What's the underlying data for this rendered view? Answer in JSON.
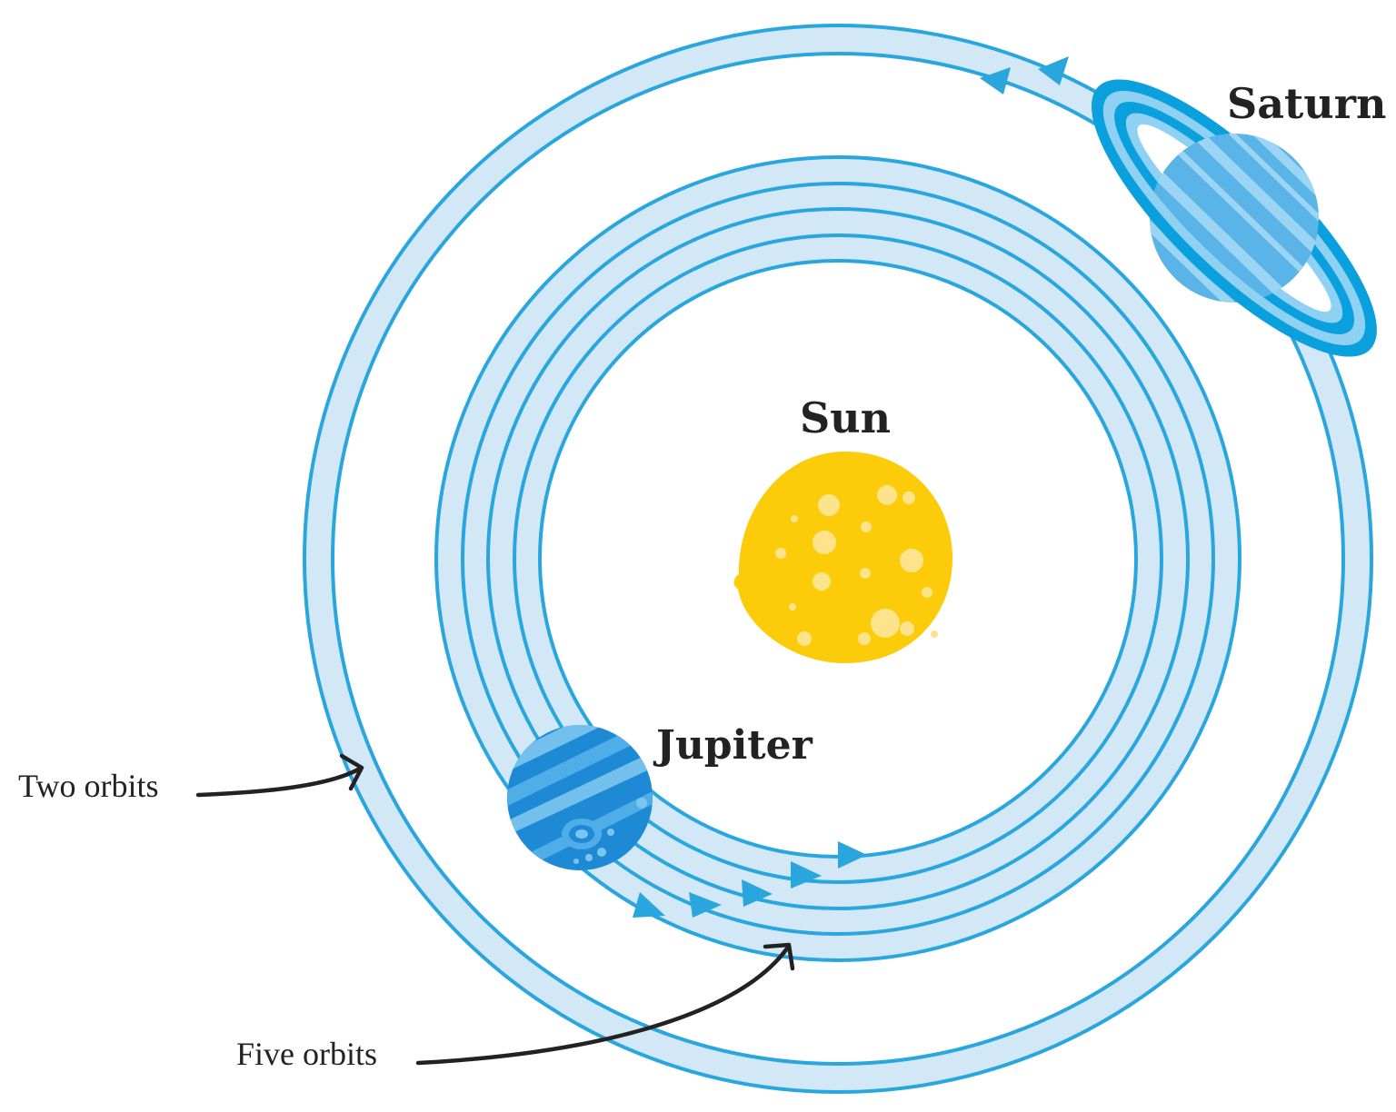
{
  "labels": {
    "sun": "Sun",
    "jupiter": "Jupiter",
    "saturn": "Saturn",
    "two_orbits": "Two orbits",
    "five_orbits": "Five orbits"
  },
  "colors": {
    "orbit_line": "#2aa6df",
    "orbit_fill": "#d2e8f7",
    "arrow": "#2aa6df",
    "sun": "#fccb0a",
    "sun_spots": "#fde48a",
    "jupiter_base": "#1e8ad6",
    "jupiter_band": "#7cc5ee",
    "saturn_body": "#5ab4e8",
    "saturn_band": "#a9dbf5",
    "saturn_ring_outer": "#0aa0de",
    "saturn_ring_inner": "#8fd1f3",
    "text": "#222222",
    "callout_arrow": "#222222"
  },
  "orbit_counts": {
    "saturn": 2,
    "jupiter": 5
  }
}
